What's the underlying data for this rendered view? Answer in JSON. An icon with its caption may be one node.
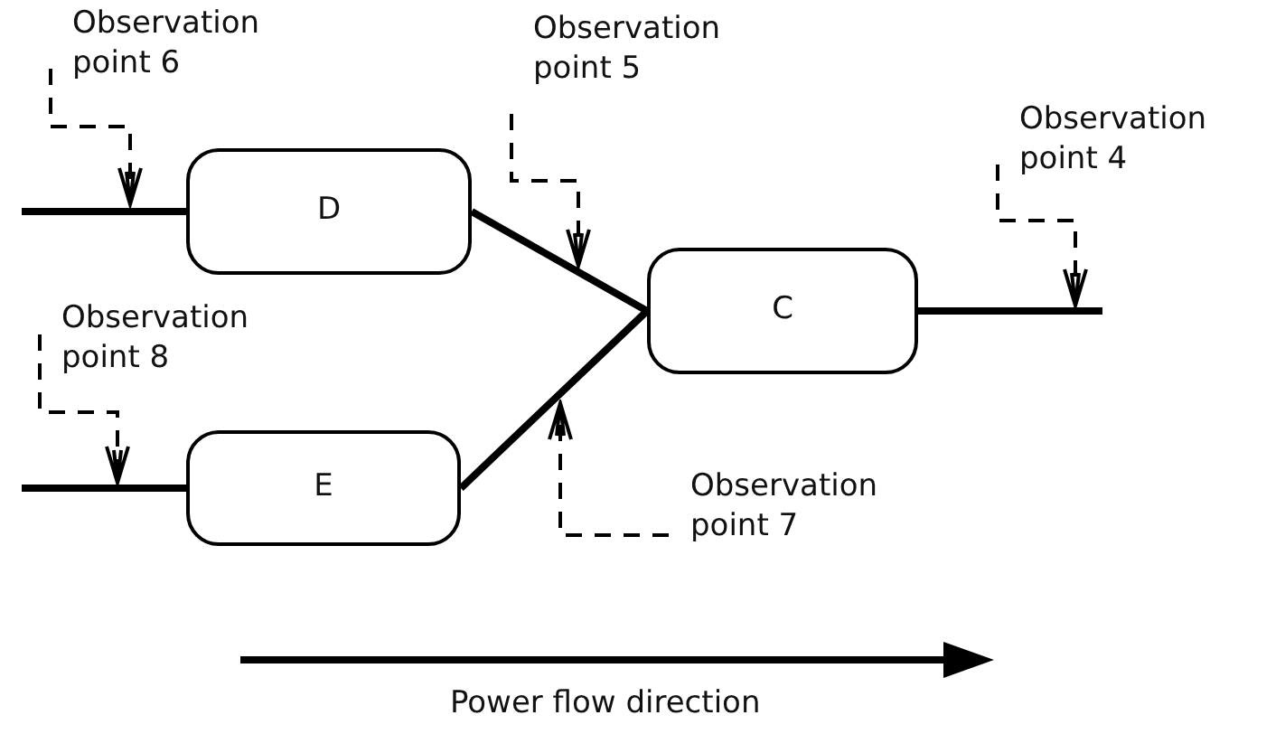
{
  "diagram": {
    "nodes": [
      {
        "text": [
          "Observation point 6"
        ]
      },
      {
        "text": [
          "Observation point 5"
        ]
      },
      {
        "text": [
          "D"
        ]
      },
      {
        "text": [
          "Observation point 4"
        ]
      },
      {
        "text": [
          "C"
        ]
      },
      {
        "text": [
          "Observation point 8"
        ]
      },
      {
        "text": [
          "E"
        ]
      },
      {
        "text": [
          "Observation point 7"
        ]
      }
    ],
    "edges": [
      {
        "from": null,
        "to": 2,
        "arrow": "none",
        "style": "thick"
      },
      {
        "from": 2,
        "to": 4,
        "arrow": "none",
        "style": "thick"
      },
      {
        "from": 6,
        "to": 4,
        "arrow": "none",
        "style": "thick"
      },
      {
        "from": null,
        "to": 6,
        "arrow": "none",
        "style": "thick"
      },
      {
        "from": 4,
        "to": null,
        "arrow": "none",
        "style": "thick"
      },
      {
        "from": 0,
        "to": null,
        "arrow": "to",
        "style": "dashed"
      },
      {
        "from": 1,
        "to": null,
        "arrow": "to",
        "style": "dashed"
      },
      {
        "from": 3,
        "to": null,
        "arrow": "to",
        "style": "dashed"
      },
      {
        "from": 5,
        "to": null,
        "arrow": "to",
        "style": "dashed"
      },
      {
        "from": 7,
        "to": null,
        "arrow": "to",
        "style": "dashed"
      }
    ],
    "labels": [
      "Power flow direction"
    ]
  }
}
